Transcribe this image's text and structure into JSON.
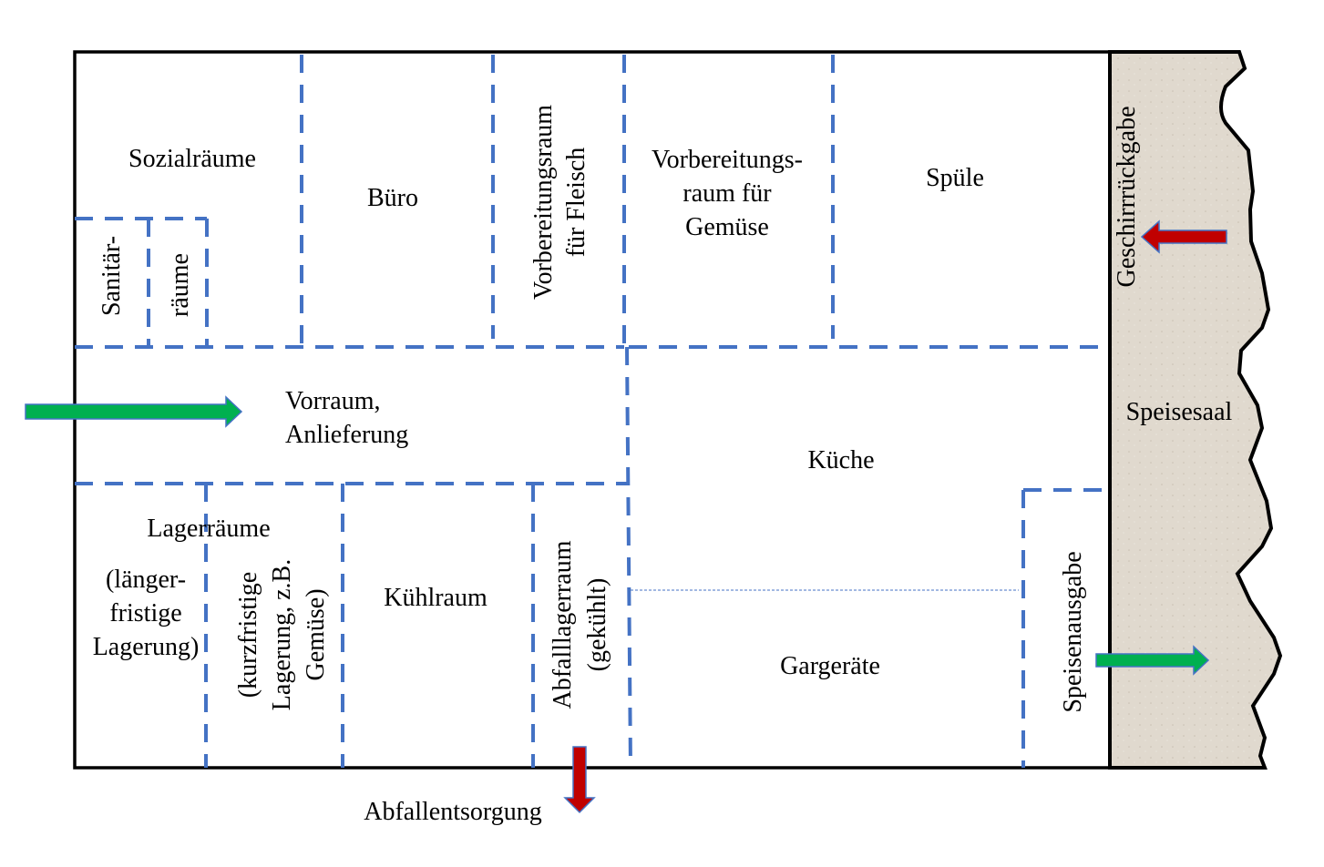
{
  "colors": {
    "dashed_wall": "#4472C4",
    "arrow_in": "#00B050",
    "arrow_out": "#C00000",
    "dining_hall": "#E0D9CE"
  },
  "rooms": {
    "sozialraeume": "Sozialräume",
    "sanitaer_1": "Sanitär-",
    "sanitaer_2": "räume",
    "buero": "Büro",
    "fleisch_1": "Vorbereitungsraum",
    "fleisch_2": "für Fleisch",
    "gemuese_1": "Vorbereitungs-",
    "gemuese_2": "raum für",
    "gemuese_3": "Gemüse",
    "spuele": "Spüle",
    "geschirr": "Geschirrrückgabe",
    "vorraum_1": "Vorraum,",
    "vorraum_2": "Anlieferung",
    "kueche": "Küche",
    "speisesaal": "Speisesaal",
    "lager_title": "Lagerräume",
    "lager_lang_1": "(länger-",
    "lager_lang_2": "fristige",
    "lager_lang_3": "Lagerung)",
    "lager_kurz_1": "(kurzfristige",
    "lager_kurz_2": "Lagerung, z.B.",
    "lager_kurz_3": "Gemüse)",
    "kuehlraum": "Kühlraum",
    "abfall_1": "Abfalllagerraum",
    "abfall_2": "(gekühlt)",
    "gargeraete": "Gargeräte",
    "speisenausgabe": "Speisenausgabe",
    "abfallentsorgung": "Abfallentsorgung"
  }
}
